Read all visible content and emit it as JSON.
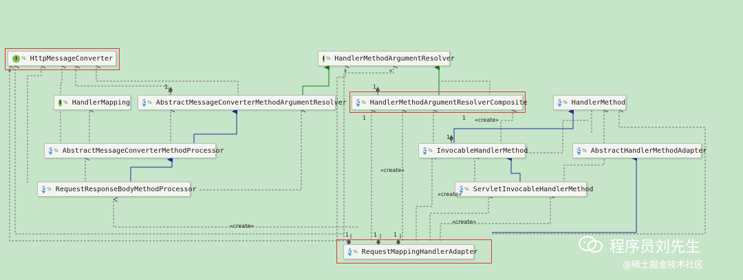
{
  "badges": {
    "interface": "I",
    "class": "C",
    "modifier": "%"
  },
  "nodes": {
    "http_message_converter": "HttpMessageConverter",
    "handler_method_argument_resolver": "HandlerMethodArgumentResolver",
    "handler_mapping": "HandlerMapping",
    "abstract_message_converter_method_argument_resolver": "AbstractMessageConverterMethodArgumentResolver",
    "handler_method_argument_resolver_composite": "HandlerMethodArgumentResolverComposite",
    "handler_method": "HandlerMethod",
    "abstract_message_converter_method_processor": "AbstractMessageConverterMethodProcessor",
    "invocable_handler_method": "InvocableHandlerMethod",
    "abstract_handler_method_adapter": "AbstractHandlerMethodAdapter",
    "request_response_body_method_processor": "RequestResponseBodyMethodProcessor",
    "servlet_invocable_handler_method": "ServletInvocableHandlerMethod",
    "request_mapping_handler_adapter": "RequestMappingHandlerAdapter"
  },
  "labels": {
    "create": "«create»",
    "one": "1",
    "star": "*"
  },
  "watermark": {
    "name": "程序员刘先生",
    "site": "@稀土掘金技术社区"
  }
}
